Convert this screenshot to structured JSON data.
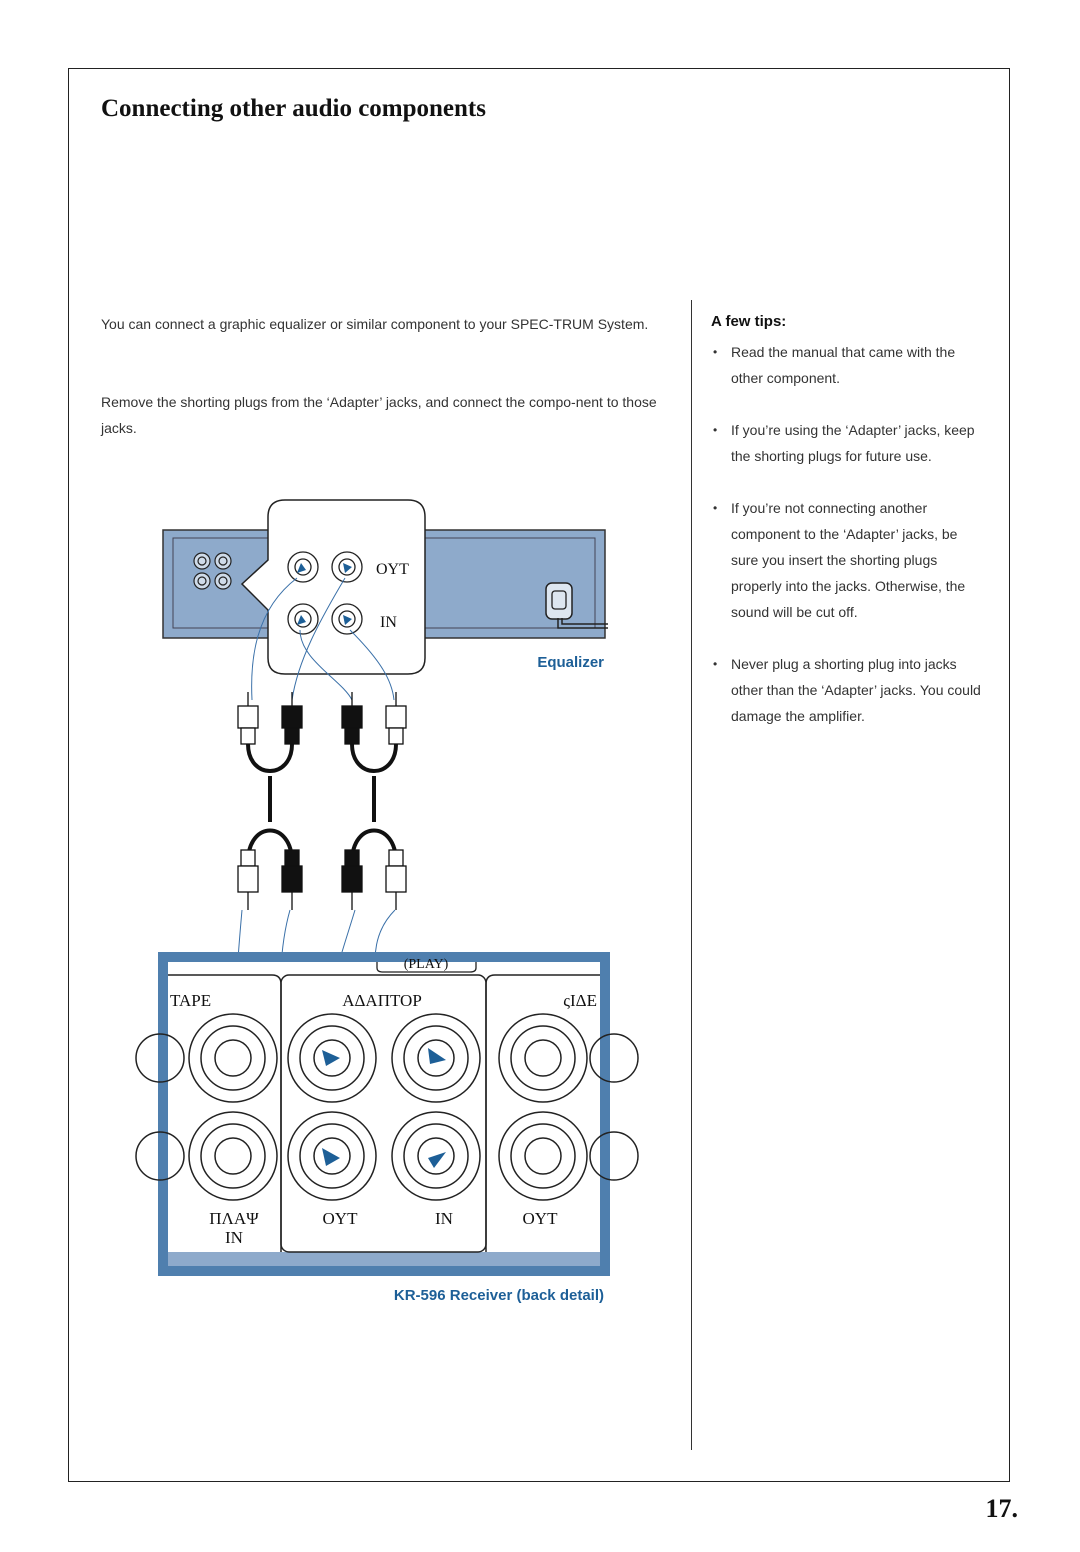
{
  "page": {
    "title": "Connecting other audio components",
    "paragraphs": [
      "You can connect a graphic equalizer or similar component to your SPEC-TRUM System.",
      "Remove the shorting plugs from the ‘Adapter’ jacks, and connect the compo-nent to those jacks."
    ],
    "page_number": "17."
  },
  "tips": {
    "heading": "A few tips:",
    "bullet": "•",
    "items": [
      "Read the manual that came with the other component.",
      "If you’re using the ‘Adapter’ jacks, keep the shorting plugs for future use.",
      "If you’re not connecting another component to the ‘Adapter’ jacks, be sure you insert the shorting plugs properly into the jacks. Otherwise, the sound will be cut off.",
      "Never plug a shorting plug into jacks other than the ‘Adapter’ jacks. You could damage the amplifier."
    ]
  },
  "diagram": {
    "equalizer": {
      "caption": "Equalizer",
      "out_label": "OYT",
      "in_label": "IN"
    },
    "receiver": {
      "caption": "KR-596 Receiver (back detail)",
      "top_partial_label": "(PLAY)",
      "section_left": "TAPE",
      "section_center": "AΔAΠTOP",
      "section_right": "ςIΔE",
      "bottom_play": "ΠΛAΨ",
      "bottom_play_in": "IN",
      "bottom_out_1": "OYT",
      "bottom_in": "IN",
      "bottom_out_2": "OYT"
    },
    "colors": {
      "panel_blue": "#8eaacb",
      "frame_blue": "#4f7fae",
      "caption_blue": "#1d5f97",
      "arrow_blue": "#1d5f97"
    }
  }
}
